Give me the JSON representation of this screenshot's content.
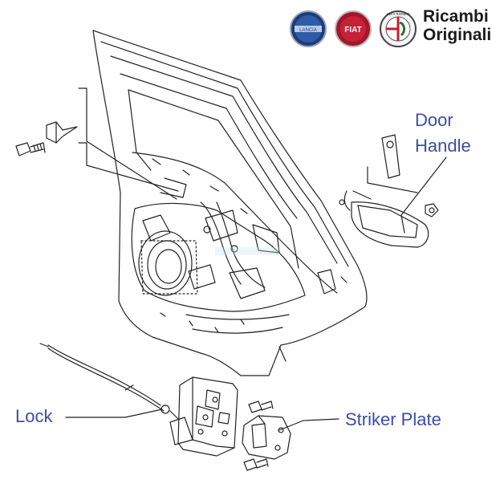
{
  "brand": {
    "line1": "Ricambi",
    "line2": "Originali",
    "logos": [
      {
        "name": "lancia-logo",
        "text": "LANCIA",
        "color": "#1f3b7a"
      },
      {
        "name": "fiat-logo",
        "text": "FIAT",
        "color": "#a3162b"
      },
      {
        "name": "alfa-romeo-logo",
        "text": "ALFA ROMEO",
        "color": "#2d6b3a"
      }
    ]
  },
  "labels": {
    "door_handle_1": "Door",
    "door_handle_2": "Handle",
    "lock": "Lock",
    "striker_plate": "Striker Plate"
  },
  "colors": {
    "label": "#3b4ea3",
    "line": "#222222"
  }
}
